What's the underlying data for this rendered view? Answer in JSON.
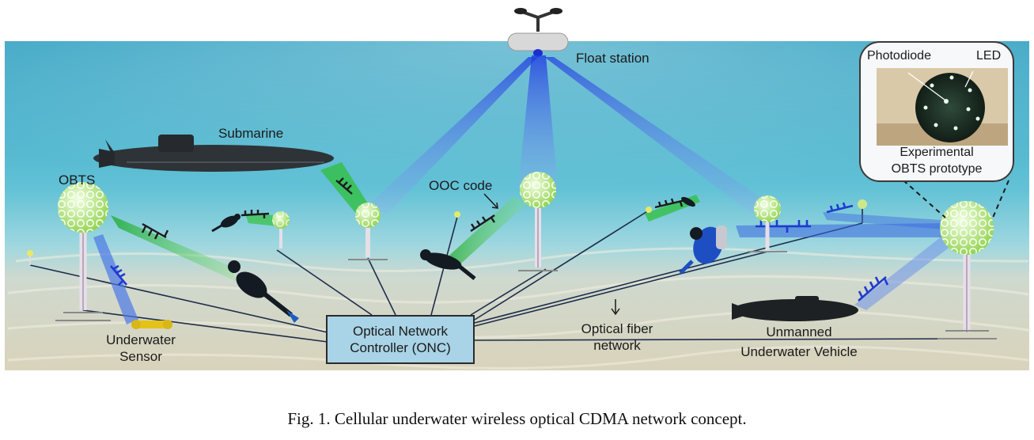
{
  "labels": {
    "float_station": "Float station",
    "submarine": "Submarine",
    "obts": "OBTS",
    "ooc_code": "OOC code",
    "onc_line1": "Optical Network",
    "onc_line2": "Controller (ONC)",
    "fiber_line1": "Optical fiber",
    "fiber_line2": "network",
    "sensor_line1": "Underwater",
    "sensor_line2": "Sensor",
    "uuv_line1": "Unmanned",
    "uuv_line2": "Underwater Vehicle",
    "photodiode": "Photodiode",
    "led": "LED",
    "prototype_line1": "Experimental",
    "prototype_line2": "OBTS prototype"
  },
  "caption": "Fig. 1.  Cellular underwater wireless optical CDMA network concept.",
  "colors": {
    "water_top": "#2d9fc0",
    "water_mid": "#6cc3d8",
    "sand": "#d7d3bf",
    "blue_beam": "#2a4fd8",
    "green_beam": "#2fbf3a",
    "onc_box": "#a9d3e6",
    "fiber_line": "#1e2d4a"
  }
}
